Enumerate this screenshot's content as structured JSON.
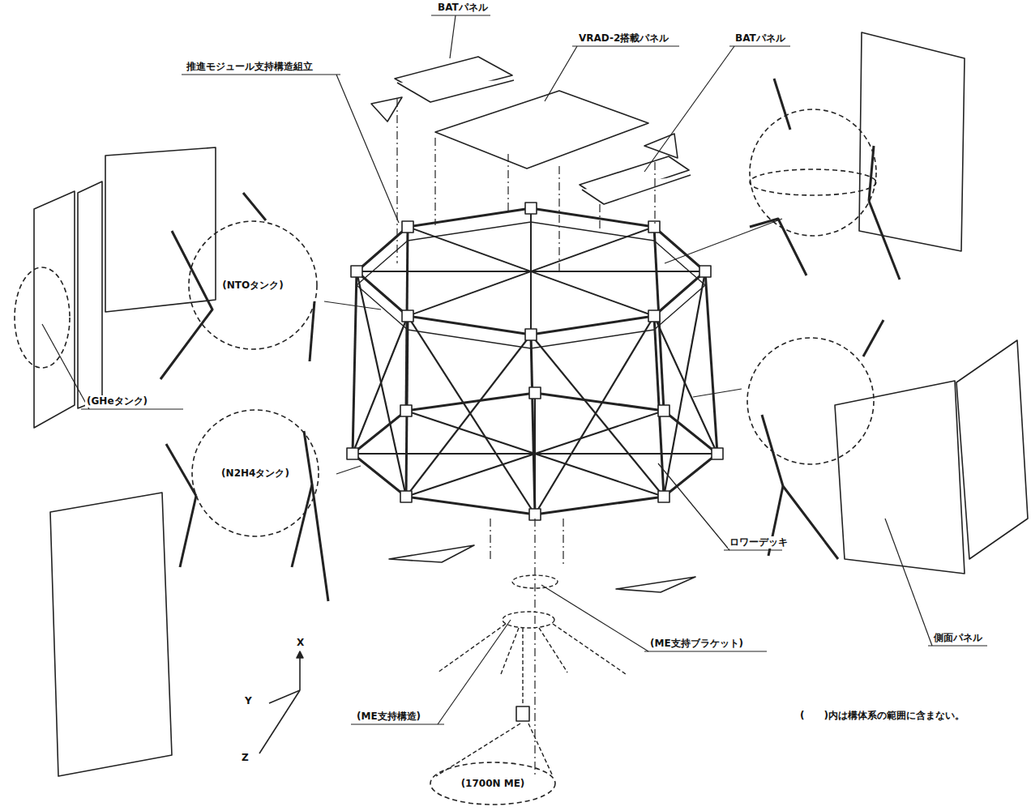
{
  "diagram": {
    "nodes": [
      {
        "text": [
          "(NTOタンク)"
        ]
      },
      {
        "text": [
          "(N2H4タンク)"
        ]
      },
      {
        "text": [
          "(1700N ME)"
        ]
      }
    ],
    "labels": [
      "BATパネル",
      "VRAD-2搭載パネル",
      "BATパネル",
      "推進モジュール支持構造組立",
      "(GHeタンク)",
      "ロワーデッキ",
      "側面パネル",
      "(ME支持ブラケット)",
      "(ME支持構造)",
      "X",
      "Y",
      "Z",
      "(　　)内は構体系の範囲に含まない。"
    ]
  }
}
